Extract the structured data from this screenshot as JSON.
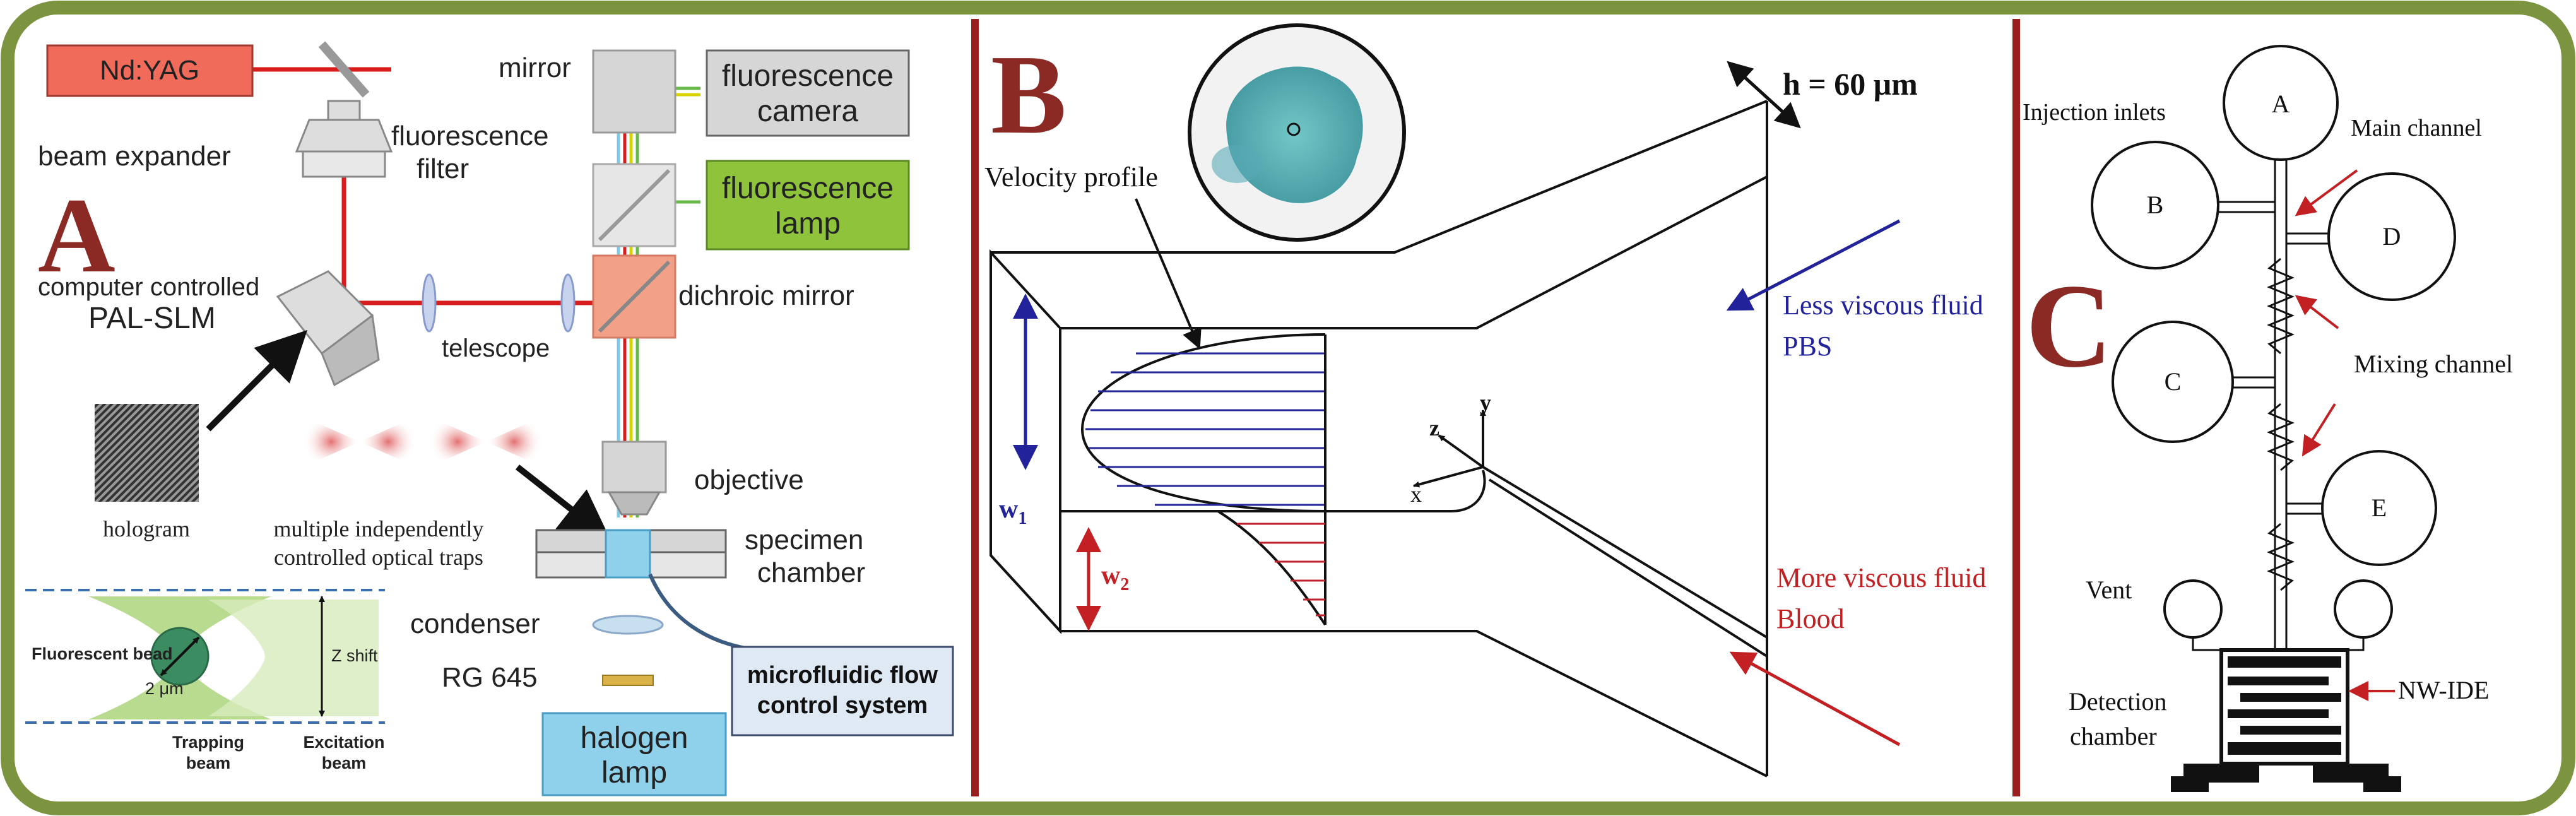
{
  "colors": {
    "frame_green": "#7c9440",
    "divider_red": "#9b1e1e",
    "letter_red": "#8b2a25",
    "laser_red": "#d91c1c",
    "nd_yag_fill": "#f06b5a",
    "gray_box": "#d6d6d6",
    "lamp_green": "#8fc33c",
    "halogen_blue": "#8fd0ea",
    "flow_box": "#dfe9f3",
    "profile_blue": "#26269b",
    "profile_red": "#c0202b",
    "text_blue": "#22229a",
    "text_red": "#c32024",
    "bead_green": "#b9db8f"
  },
  "panel_a": {
    "letter": "A",
    "nd_yag": "Nd:YAG",
    "fluorescence_filter": [
      "fluorescence",
      "filter"
    ],
    "beam_expander": "beam expander",
    "slm": [
      "computer controlled",
      "PAL-SLM"
    ],
    "telescope": "telescope",
    "mirror": "mirror",
    "fluorescence_camera": [
      "fluorescence",
      "camera"
    ],
    "fluorescence_lamp": [
      "fluorescence",
      "lamp"
    ],
    "dichroic_mirror": "dichroic mirror",
    "objective": "objective",
    "specimen_chamber": [
      "specimen",
      "chamber"
    ],
    "hologram": "hologram",
    "optical_traps": [
      "multiple independently",
      "controlled optical traps"
    ],
    "condenser": "condenser",
    "rg645": "RG 645",
    "halogen_lamp": [
      "halogen",
      "lamp"
    ],
    "flow_control": [
      "microfluidic flow",
      "control system"
    ],
    "inset": {
      "fluorescent_bead": "Fluorescent bead",
      "bead_size": "2 μm",
      "z_shift": "Z shift",
      "trapping_beam": [
        "Trapping",
        "beam"
      ],
      "excitation_beam": [
        "Excitation",
        "beam"
      ]
    }
  },
  "panel_b": {
    "letter": "B",
    "height": "h = 60 μm",
    "velocity_profile": "Velocity profile",
    "less_viscous": [
      "Less viscous fluid",
      "PBS"
    ],
    "more_viscous": [
      "More viscous fluid",
      "Blood"
    ],
    "w1": "w",
    "w1_sub": "1",
    "w2": "w",
    "w2_sub": "2",
    "axis_x": "x",
    "axis_y": "y",
    "axis_z": "z"
  },
  "panel_c": {
    "letter": "C",
    "injection_inlets": "Injection inlets",
    "main_channel": "Main channel",
    "mixing_channel": "Mixing channel",
    "vent": "Vent",
    "nw_ide": "NW-IDE",
    "detection_chamber": [
      "Detection",
      "chamber"
    ],
    "inlets": [
      "A",
      "B",
      "C",
      "D",
      "E"
    ]
  }
}
